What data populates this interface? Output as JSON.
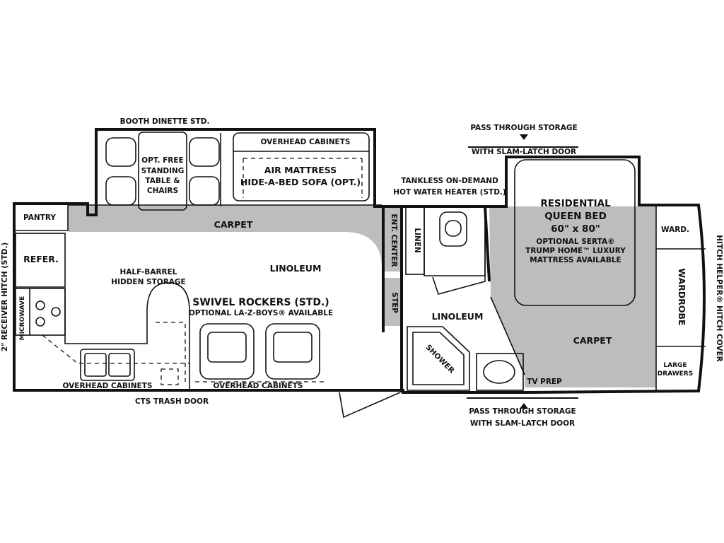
{
  "colors": {
    "carpet": "#bdbdbd",
    "linoleum": "#ffffff",
    "wall": "#111111"
  },
  "labels": {
    "booth_dinette": "BOOTH DINETTE STD.",
    "opt_table_1": "OPT. FREE",
    "opt_table_2": "STANDING",
    "opt_table_3": "TABLE &",
    "opt_table_4": "CHAIRS",
    "overhead_cabinets_sofa": "OVERHEAD CABINETS",
    "air_mattress_1": "AIR MATTRESS",
    "air_mattress_2": "HIDE-A-BED SOFA (OPT.)",
    "pass_through_top_1": "PASS THROUGH STORAGE",
    "pass_through_top_2": "WITH SLAM-LATCH DOOR",
    "tankless_1": "TANKLESS ON-DEMAND",
    "tankless_2": "HOT WATER HEATER (STD.)",
    "bed_1": "RESIDENTIAL",
    "bed_2": "QUEEN BED",
    "bed_3": "60\" x 80\"",
    "bed_4": "OPTIONAL SERTA®",
    "bed_5": "TRUMP HOME™ LUXURY",
    "bed_6": "MATTRESS AVAILABLE",
    "pantry": "PANTRY",
    "carpet_living": "CARPET",
    "ent_center": "ENT. CENTER",
    "linen": "LINEN",
    "refer": "REFER.",
    "linoleum_living": "LINOLEUM",
    "half_barrel_1": "HALF-BARREL",
    "half_barrel_2": "HIDDEN STORAGE",
    "microwave": "MICROWAVE",
    "swivel_1": "SWIVEL ROCKERS (STD.)",
    "swivel_2": "OPTIONAL LA-Z-BOYS® AVAILABLE",
    "step": "STEP",
    "linoleum_bath": "LINOLEUM",
    "shower": "SHOWER",
    "carpet_bedroom": "CARPET",
    "tv_prep": "TV PREP",
    "ward": "WARD.",
    "wardrobe": "WARDROBE",
    "large_drawers_1": "LARGE",
    "large_drawers_2": "DRAWERS",
    "overhead_cabinets_kitchen": "OVERHEAD CABINETS",
    "overhead_cabinets_living": "OVERHEAD CABINETS",
    "cts_trash_door": "CTS TRASH DOOR",
    "pass_through_bottom_1": "PASS THROUGH STORAGE",
    "pass_through_bottom_2": "WITH SLAM-LATCH DOOR",
    "receiver_hitch": "2\" RECEIVER HITCH (STD.)",
    "hitch_helper": "HITCH HELPER® HITCH COVER"
  }
}
